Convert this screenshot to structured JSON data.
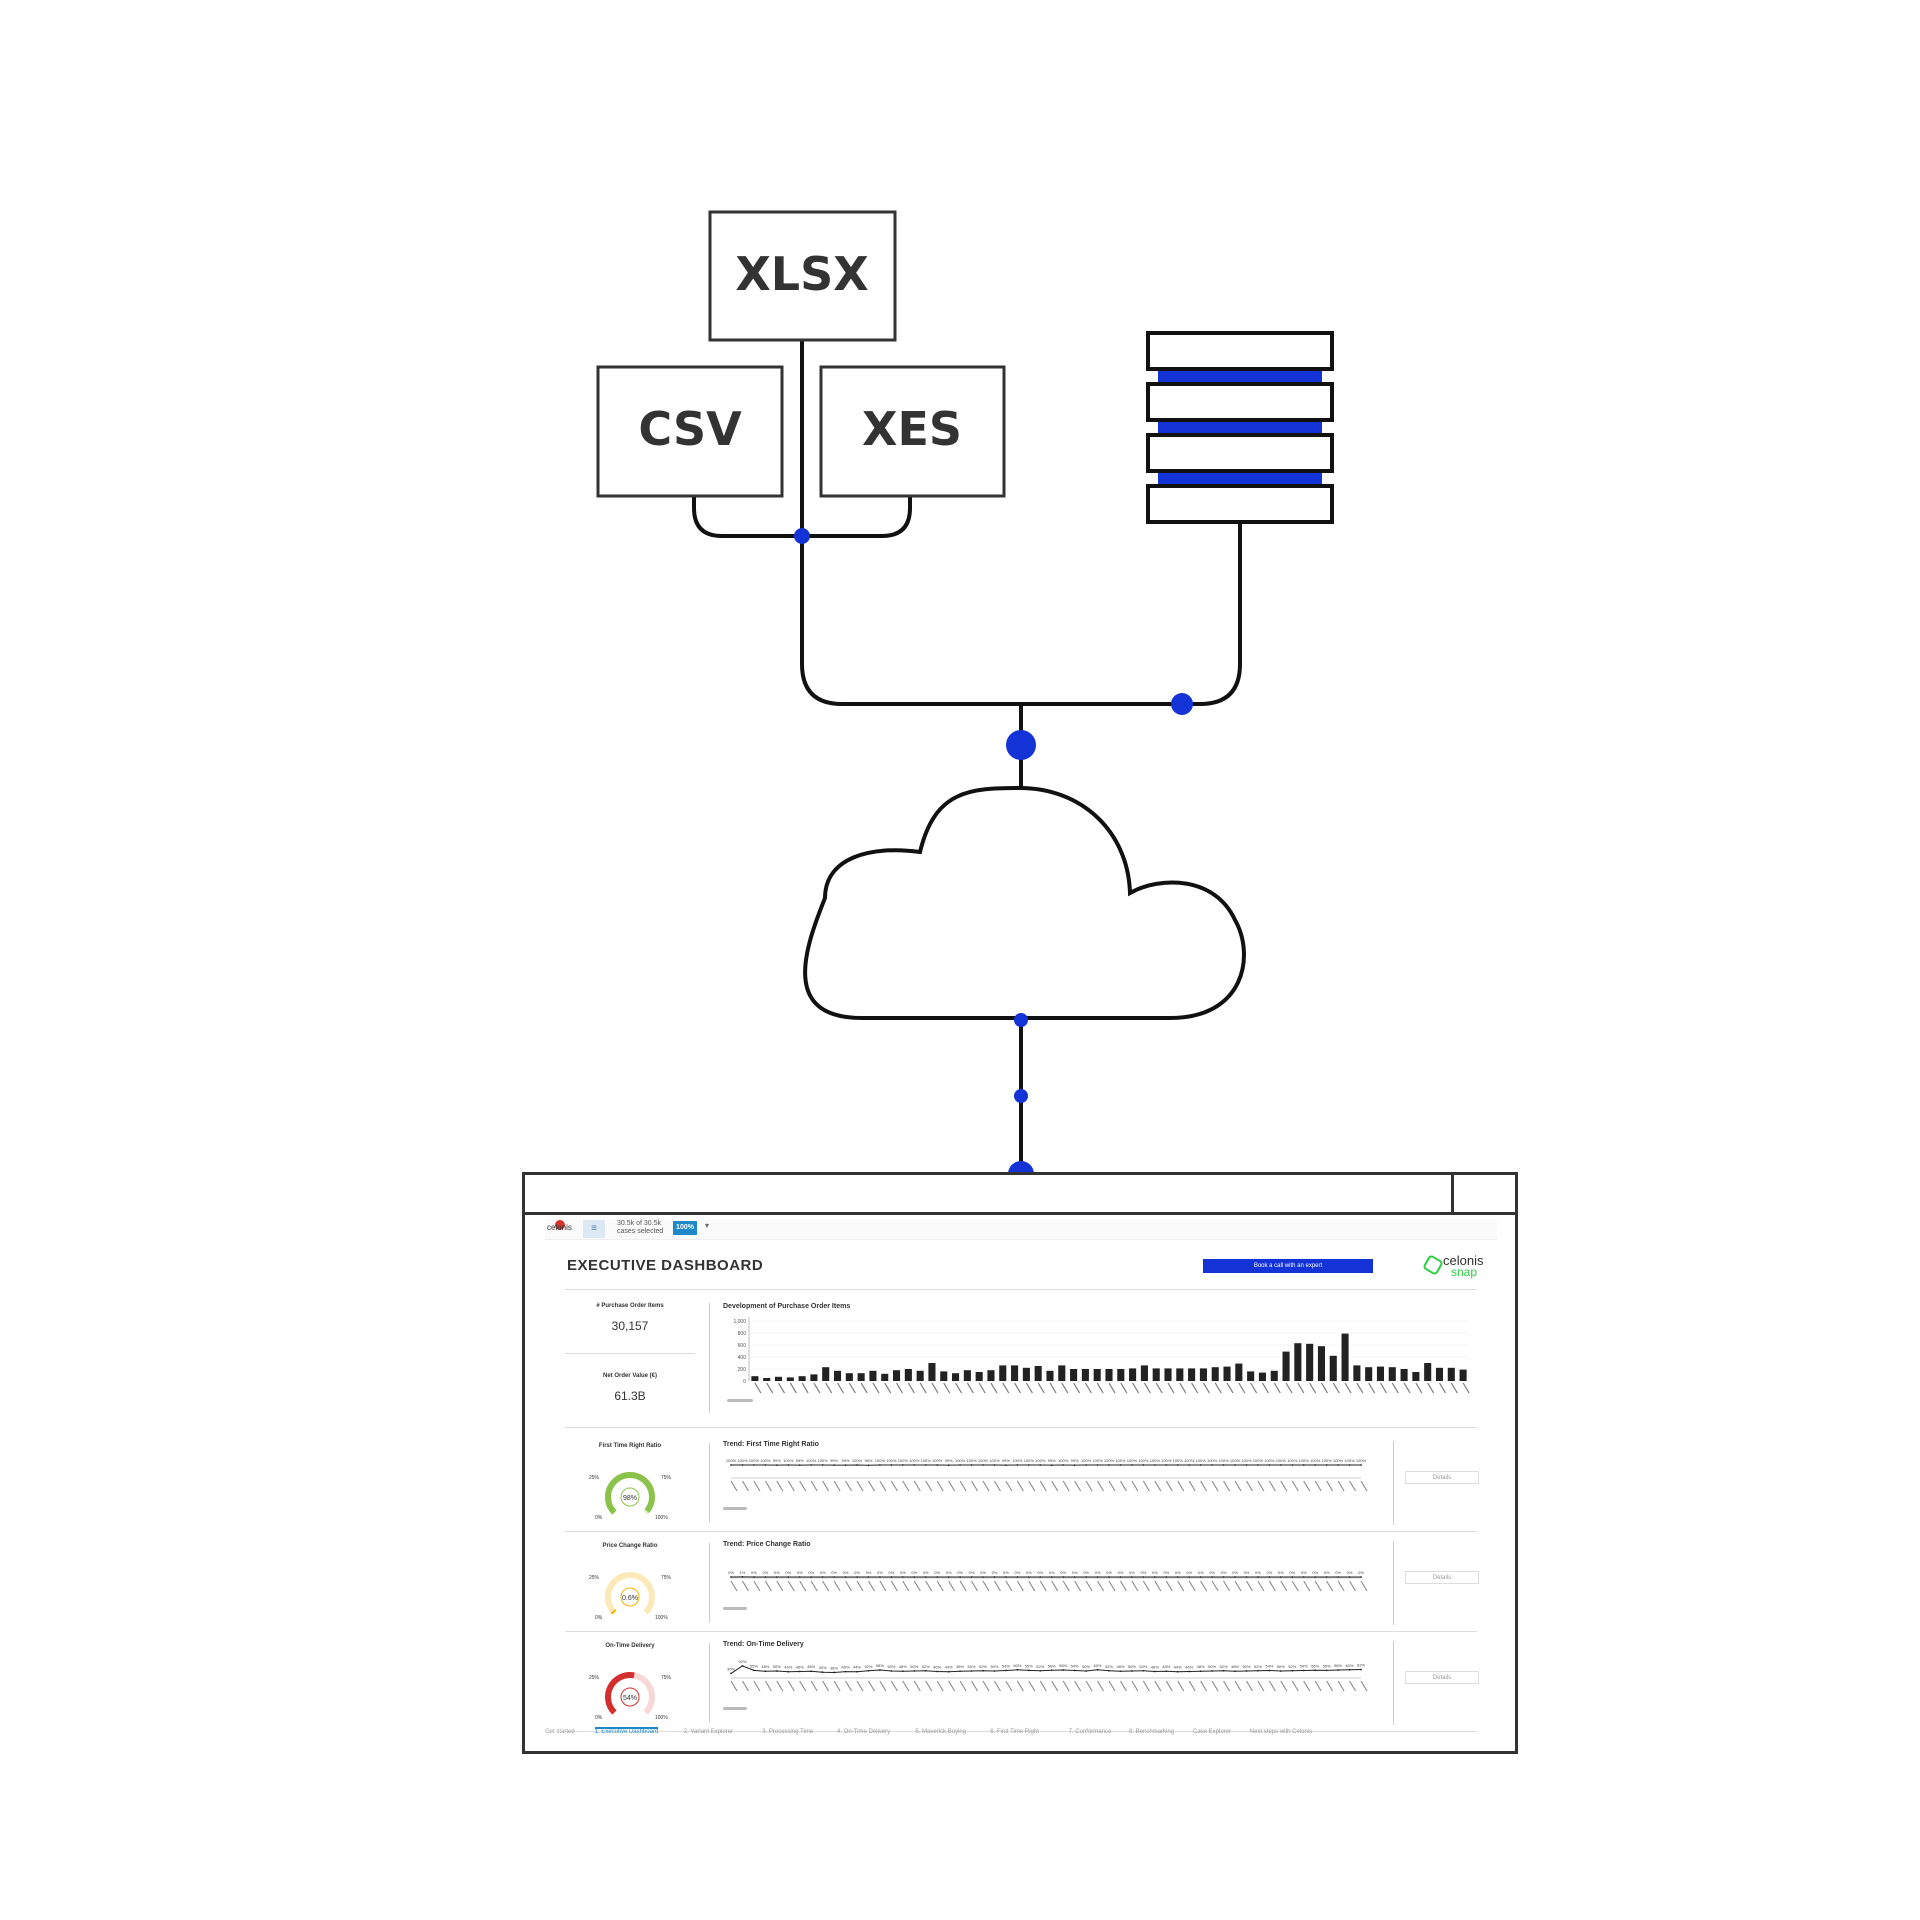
{
  "files": [
    {
      "label": "XLSX"
    },
    {
      "label": "CSV"
    },
    {
      "label": "XES"
    }
  ],
  "colors": {
    "accent": "#1433d6",
    "line": "#111111",
    "green": "#2ecc40",
    "bars": "#222222"
  },
  "icons": {
    "database": "database-icon",
    "cloud": "cloud-icon",
    "browser": "browser-window"
  },
  "dashboard": {
    "topbar": {
      "logo": "celonis",
      "menu_icon": "≡",
      "cases_line1": "30.5k of 30.5k",
      "cases_line2": "cases selected",
      "percent": "100%",
      "dropdown": "▾"
    },
    "title": "EXECUTIVE DASHBOARD",
    "cta_label": "Book a call with an expert",
    "brand_line1": "celonis",
    "brand_line2": "snap",
    "kpis": [
      {
        "label": "# Purchase Order Items",
        "value": "30,157"
      },
      {
        "label": "Net Order Value (€)",
        "value": "61.3B"
      }
    ],
    "gauges": [
      {
        "label": "First Time Right Ratio",
        "value": "98%",
        "fraction": 0.98,
        "t25": "25%",
        "t75": "75%",
        "t0": "0%",
        "t100": "100%",
        "color": "#8bc34a",
        "track": "#dcedc8"
      },
      {
        "label": "Price Change Ratio",
        "value": "0.6%",
        "fraction": 0.006,
        "t25": "25%",
        "t75": "75%",
        "t0": "0%",
        "t100": "100%",
        "color": "#f5b400",
        "track": "#fbe9b7"
      },
      {
        "label": "On-Time Delivery",
        "value": "54%",
        "fraction": 0.54,
        "t25": "25%",
        "t75": "75%",
        "t0": "0%",
        "t100": "100%",
        "color": "#d32f2f",
        "track": "#f8d7d7"
      }
    ],
    "trend_titles": [
      "Trend: First Time Right Ratio",
      "Trend: Price Change Ratio",
      "Trend: On-Time Delivery"
    ],
    "details_label": "Details",
    "tabs": [
      "Get started",
      "1. Executive Dashboard",
      "2. Variant Explorer",
      "3. Processing Time",
      "4. On-Time Delivery",
      "5. Maverick Buying",
      "6. First Time Right",
      "7. Conformance",
      "8. Benchmarking",
      "Case Explorer",
      "Next steps with Celonis"
    ],
    "active_tab": 1
  },
  "chart_data": [
    {
      "type": "bar",
      "title": "Development of Purchase Order Items",
      "ylim": [
        0,
        1000
      ],
      "yticks": [
        "1,000",
        "800",
        "600",
        "400",
        "200",
        "0"
      ],
      "values": [
        80,
        50,
        70,
        60,
        80,
        110,
        230,
        170,
        130,
        130,
        170,
        120,
        180,
        200,
        170,
        300,
        160,
        130,
        180,
        150,
        180,
        260,
        260,
        220,
        250,
        170,
        260,
        200,
        200,
        200,
        200,
        200,
        210,
        260,
        210,
        210,
        210,
        210,
        210,
        230,
        240,
        290,
        160,
        140,
        170,
        490,
        630,
        620,
        580,
        420,
        790,
        260,
        230,
        240,
        230,
        200,
        150,
        300,
        220,
        220,
        190
      ]
    },
    {
      "type": "line",
      "title": "Trend: First Time Right Ratio",
      "ylim": [
        0,
        100
      ],
      "values": [
        100,
        100,
        100,
        100,
        99,
        100,
        99,
        100,
        100,
        99,
        99,
        100,
        98,
        100,
        100,
        100,
        100,
        100,
        100,
        99,
        100,
        100,
        100,
        100,
        99,
        100,
        100,
        100,
        99,
        100,
        99,
        100,
        100,
        100,
        100,
        100,
        100,
        100,
        100,
        100,
        100,
        100,
        100,
        100,
        100,
        100,
        100,
        100,
        100,
        100,
        100,
        100,
        100,
        100,
        100,
        100
      ]
    },
    {
      "type": "line",
      "title": "Trend: Price Change Ratio",
      "ylim": [
        0,
        100
      ],
      "values": [
        0,
        1,
        0,
        0,
        0,
        0,
        0,
        0,
        0,
        0,
        0,
        0,
        0,
        0,
        0,
        0,
        0,
        0,
        0,
        0,
        0,
        0,
        0,
        0,
        0,
        0,
        0,
        0,
        0,
        0,
        0,
        0,
        0,
        0,
        0,
        0,
        0,
        0,
        0,
        0,
        0,
        0,
        0,
        0,
        0,
        0,
        0,
        0,
        0,
        0,
        0,
        0,
        0,
        0,
        0,
        0
      ]
    },
    {
      "type": "line",
      "title": "Trend: On-Time Delivery",
      "ylim": [
        0,
        100
      ],
      "values": [
        30,
        92,
        55,
        48,
        50,
        44,
        46,
        48,
        40,
        38,
        45,
        44,
        52,
        58,
        50,
        48,
        50,
        52,
        46,
        44,
        48,
        50,
        52,
        50,
        54,
        60,
        55,
        52,
        56,
        58,
        54,
        50,
        60,
        52,
        48,
        50,
        52,
        46,
        48,
        44,
        46,
        48,
        50,
        52,
        48,
        50,
        52,
        54,
        50,
        52,
        54,
        56,
        55,
        58,
        60,
        62
      ]
    }
  ]
}
